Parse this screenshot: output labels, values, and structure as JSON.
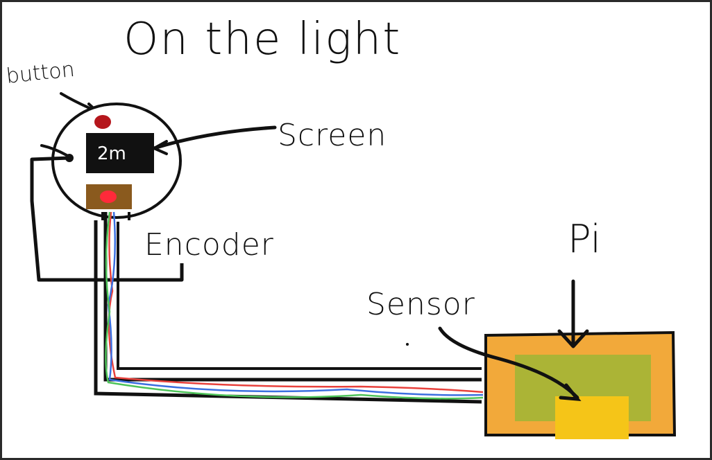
{
  "title": "On the light",
  "labels": {
    "button": "button",
    "screen": "Screen",
    "encoder": "Encoder",
    "pi": "Pi",
    "sensor": "Sensor"
  },
  "screen_display": "2m",
  "colors": {
    "background": "#ffffff",
    "ink": "#111111",
    "button_red": "#b5161c",
    "encoder_body": "#8a5a1e",
    "encoder_dot": "#ff2a3a",
    "screen_black": "#111111",
    "pi_orange": "#f2a93a",
    "pi_green": "#9fb636",
    "sensor_yellow": "#f5c518",
    "wire_red": "#e8413c",
    "wire_blue": "#3b6fe0",
    "wire_green": "#4ec45a"
  }
}
